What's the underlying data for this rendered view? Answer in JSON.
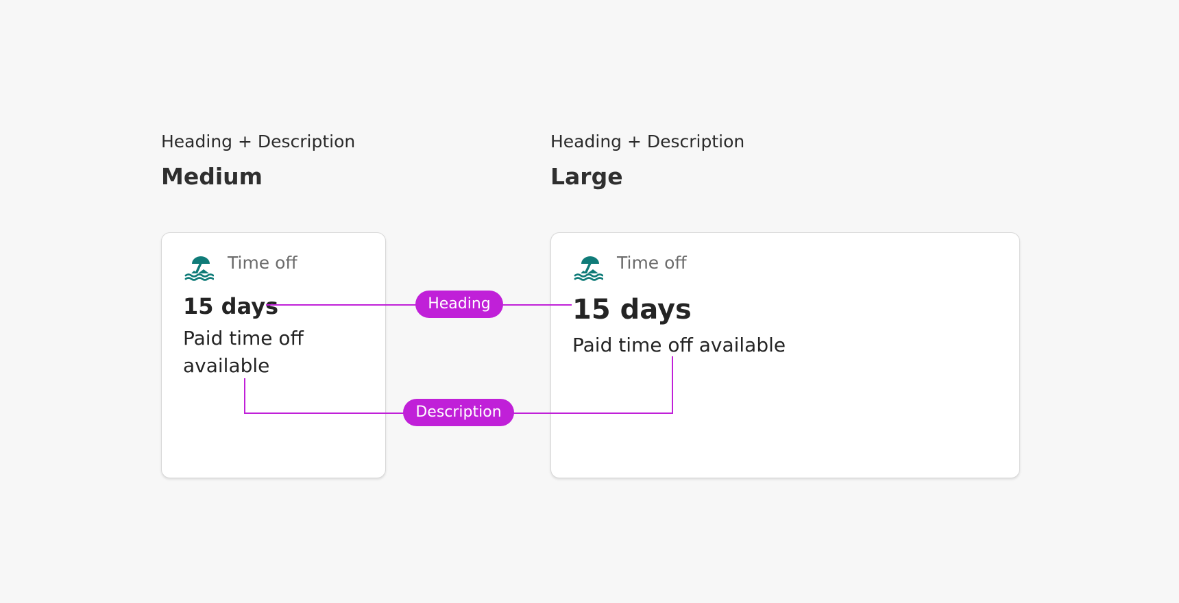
{
  "variants": [
    {
      "caption": "Heading + Description",
      "title": "Medium",
      "card": {
        "icon": "beach-umbrella-icon",
        "header_label": "Time off",
        "heading": "15 days",
        "description": "Paid time off available"
      }
    },
    {
      "caption": "Heading + Description",
      "title": "Large",
      "card": {
        "icon": "beach-umbrella-icon",
        "header_label": "Time off",
        "heading": "15 days",
        "description": "Paid time off available"
      }
    }
  ],
  "annotations": {
    "heading_label": "Heading",
    "description_label": "Description"
  },
  "colors": {
    "background": "#f7f7f7",
    "card": "#ffffff",
    "icon": "#0f7b78",
    "annotation": "#c020d8",
    "header_label": "#6b6b6b"
  }
}
